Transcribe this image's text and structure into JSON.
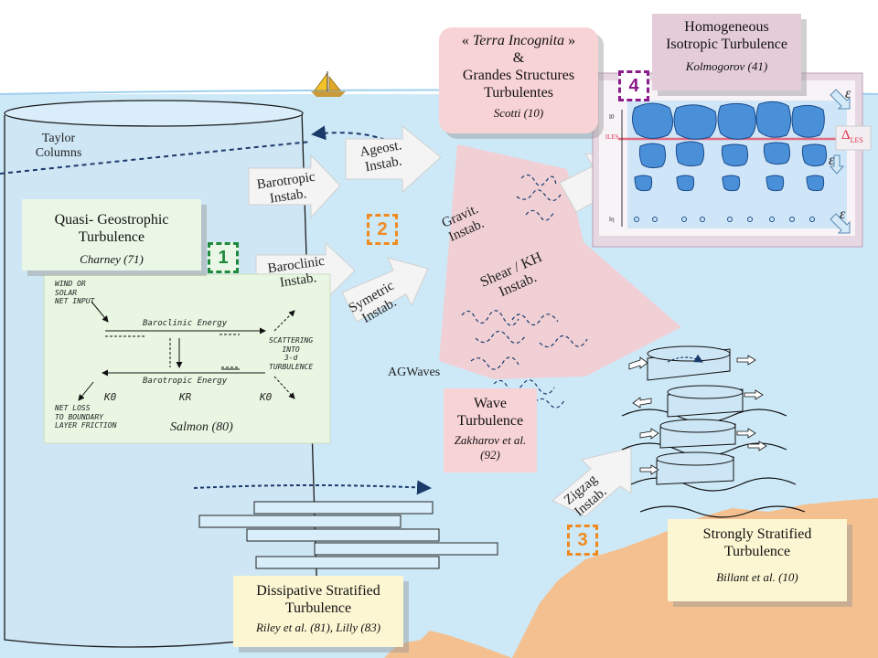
{
  "colors": {
    "ocean": "#cde9f8",
    "sand": "#f4c08f",
    "qg_box": "#eaf7e6",
    "green_badge": "#1e8a3c",
    "orange_badge": "#f08a1e",
    "purple_badge": "#8b1a8b",
    "pink_box": "#f8d3d6",
    "yellow_box": "#fdf6d3"
  },
  "labels": {
    "taylor": "Taylor\nColumns",
    "agwaves": "AGWaves"
  },
  "boxes": {
    "qg": {
      "title": "Quasi- Geostrophic\nTurbulence",
      "ref": "Charney (71)"
    },
    "terra": {
      "title_italic": "Terra Incognita",
      "title_pre": "« ",
      "title_post": " »",
      "amp": "&",
      "title2": "Grandes Structures\nTurbulentes",
      "ref": "Scotti (10)"
    },
    "hit": {
      "title": "Homogeneous\nIsotropic Turbulence",
      "ref": "Kolmogorov (41)"
    },
    "wave": {
      "title": "Wave\nTurbulence",
      "ref": "Zakharov et al.\n(92)"
    },
    "dst": {
      "title": "Dissipative Stratified\nTurbulence",
      "ref": "Riley et al. (81), Lilly (83)"
    },
    "sst": {
      "title": "Strongly Stratified\nTurbulence",
      "ref": "Billant et al. (10)"
    }
  },
  "arrows": {
    "ageost": "Ageost.\nInstab.",
    "barotropic": "Barotropic\nInstab.",
    "baroclinic": "Baroclinic\nInstab.",
    "symetric": "Symetric\nInstab.",
    "gravit": "Gravit.\nInstab.",
    "shear": "Shear / KH\nInstab.",
    "zigzag": "Zigzag\nInstab."
  },
  "badges": {
    "b1": "1",
    "b2": "2",
    "b3": "3",
    "b4": "4"
  },
  "salmon": {
    "top_left": "WIND OR\nSOLAR\nNET INPUT",
    "baroclinic": "Baroclinic Energy",
    "barotropic": "Barotropic Energy",
    "scattering": "SCATTERING\nINTO\n3-d\nTURBULENCE",
    "bottom_left": "NET LOSS\nTO BOUNDARY\nLAYER FRICTION",
    "k0_left": "K0",
    "kr": "KR",
    "k0_right": "K0",
    "ref": "Salmon (80)"
  },
  "hit_panel": {
    "epsilon": "ε",
    "delta_les": "Δ",
    "les_sub": "LES",
    "l0": "l0",
    "lles": "lLES",
    "leta": "lη"
  }
}
